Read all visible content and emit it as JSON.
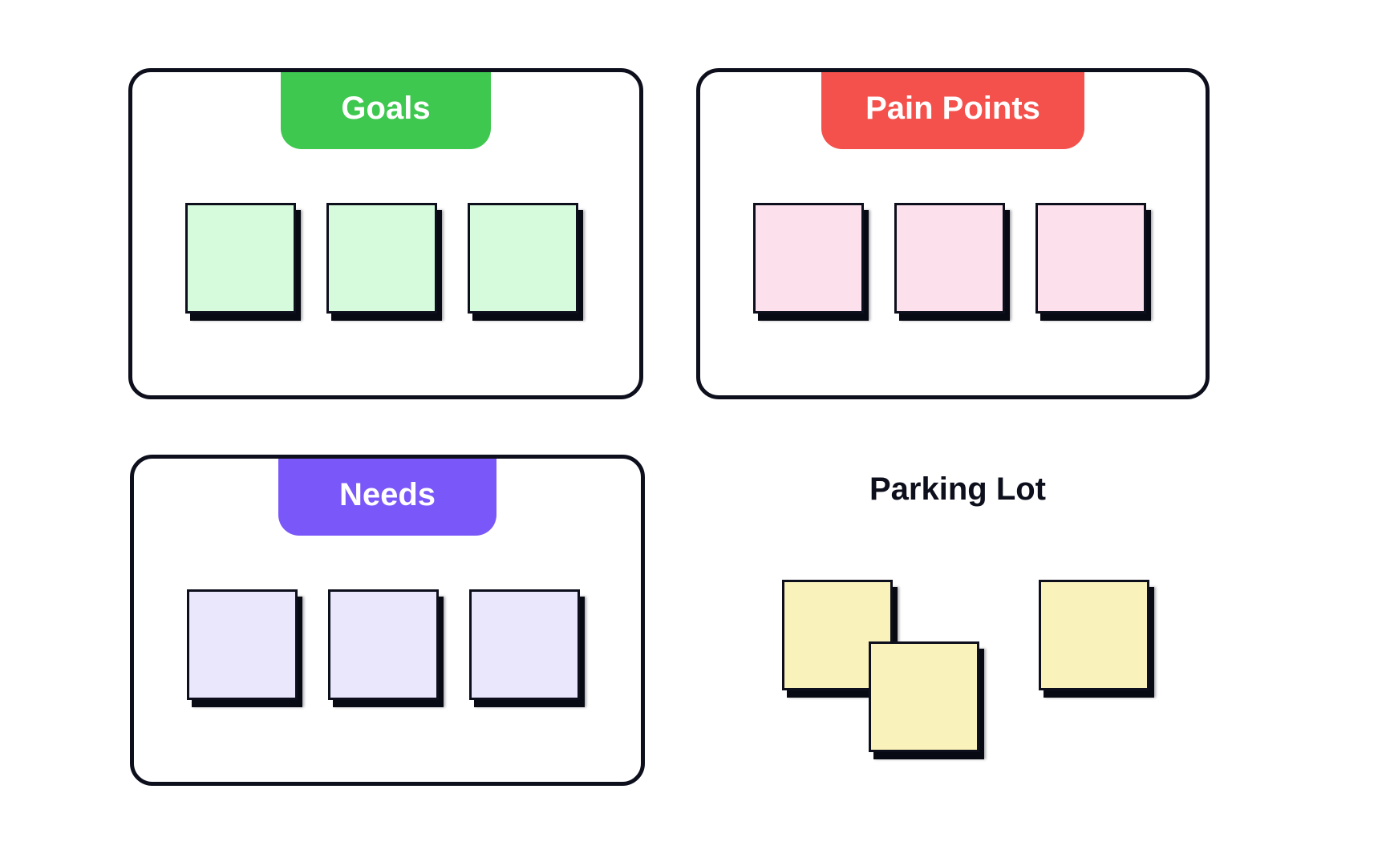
{
  "board": {
    "background_color": "#ffffff",
    "outline_color": "#0D0F1C",
    "shadow_color": "#080A13",
    "panels": [
      {
        "label": "Goals",
        "tab_color": "#3EC84F",
        "note_color": "#D6FBDC",
        "note_count": 3
      },
      {
        "label": "Pain Points",
        "tab_color": "#F4504C",
        "note_color": "#FCE0EB",
        "note_count": 3
      },
      {
        "label": "Needs",
        "tab_color": "#7A57F8",
        "note_color": "#EAE6FB",
        "note_count": 3
      }
    ],
    "parking_lot": {
      "label": "Parking Lot",
      "note_color": "#FAF2BB",
      "note_count": 3
    }
  }
}
